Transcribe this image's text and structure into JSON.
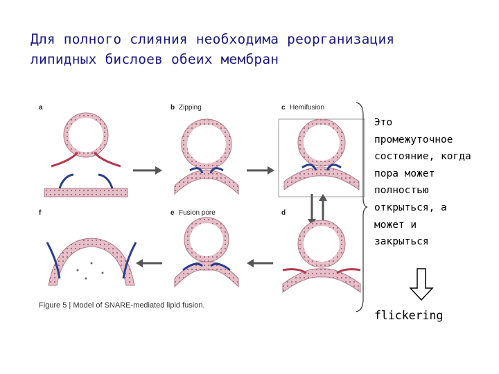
{
  "title": {
    "line1": "Для полного слияния необходима реорганизация",
    "line2": "липидных бислоев обеих мембран"
  },
  "figure": {
    "panels": [
      {
        "letter": "a",
        "name": ""
      },
      {
        "letter": "b",
        "name": "Zipping"
      },
      {
        "letter": "c",
        "name": "Hemifusion"
      },
      {
        "letter": "d",
        "name": ""
      },
      {
        "letter": "e",
        "name": "Fusion pore"
      },
      {
        "letter": "f",
        "name": ""
      }
    ],
    "caption_fig": "Figure 5",
    "caption_text": "Model of SNARE-mediated lipid fusion."
  },
  "note": {
    "lines": [
      "Это",
      "промежуточное",
      "состояние, когда",
      "пора может",
      "полностью",
      "открыться, а",
      "может и",
      "закрыться"
    ],
    "arrow_icon": "down-arrow-icon",
    "flickering": "flickering"
  },
  "colors": {
    "title": "#1a1a7a",
    "membrane": "#e6bfc8",
    "membrane_edge": "#b07a8a",
    "snare_red": "#b23a4e",
    "snare_blue": "#2a3f8a",
    "arrow": "#555555"
  }
}
